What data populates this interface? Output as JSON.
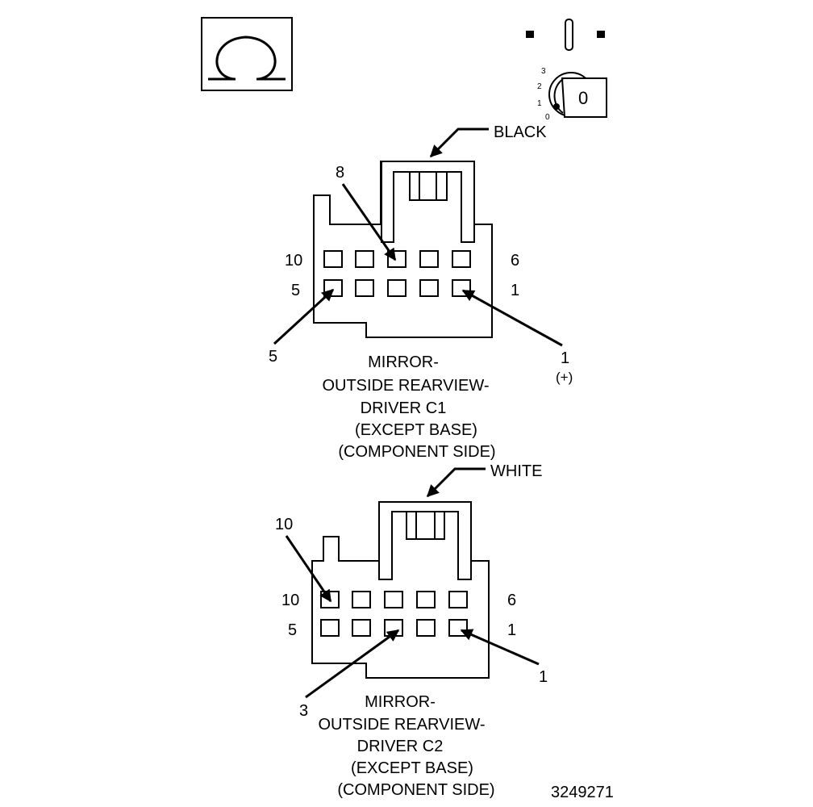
{
  "connector_c1": {
    "color_label": "BLACK",
    "pin_top_left": "10",
    "pin_top_right": "6",
    "pin_bottom_left": "5",
    "pin_bottom_right": "1",
    "callout_8": "8",
    "callout_5": "5",
    "callout_1": "1",
    "callout_1_polarity": "(+)",
    "title_lines": [
      "MIRROR-",
      "OUTSIDE REARVIEW-",
      "DRIVER C1",
      "(EXCEPT BASE)",
      "(COMPONENT SIDE)"
    ]
  },
  "connector_c2": {
    "color_label": "WHITE",
    "pin_top_left": "10",
    "pin_top_right": "6",
    "pin_bottom_left": "5",
    "pin_bottom_right": "1",
    "callout_10": "10",
    "callout_3": "3",
    "callout_1": "1",
    "title_lines": [
      "MIRROR-",
      "OUTSIDE REARVIEW-",
      "DRIVER C2",
      "(EXCEPT BASE)",
      "(COMPONENT SIDE)"
    ]
  },
  "ignition": {
    "position_labels": [
      "3",
      "2",
      "1",
      "0"
    ],
    "key_label": "0"
  },
  "figure_number": "3249271"
}
